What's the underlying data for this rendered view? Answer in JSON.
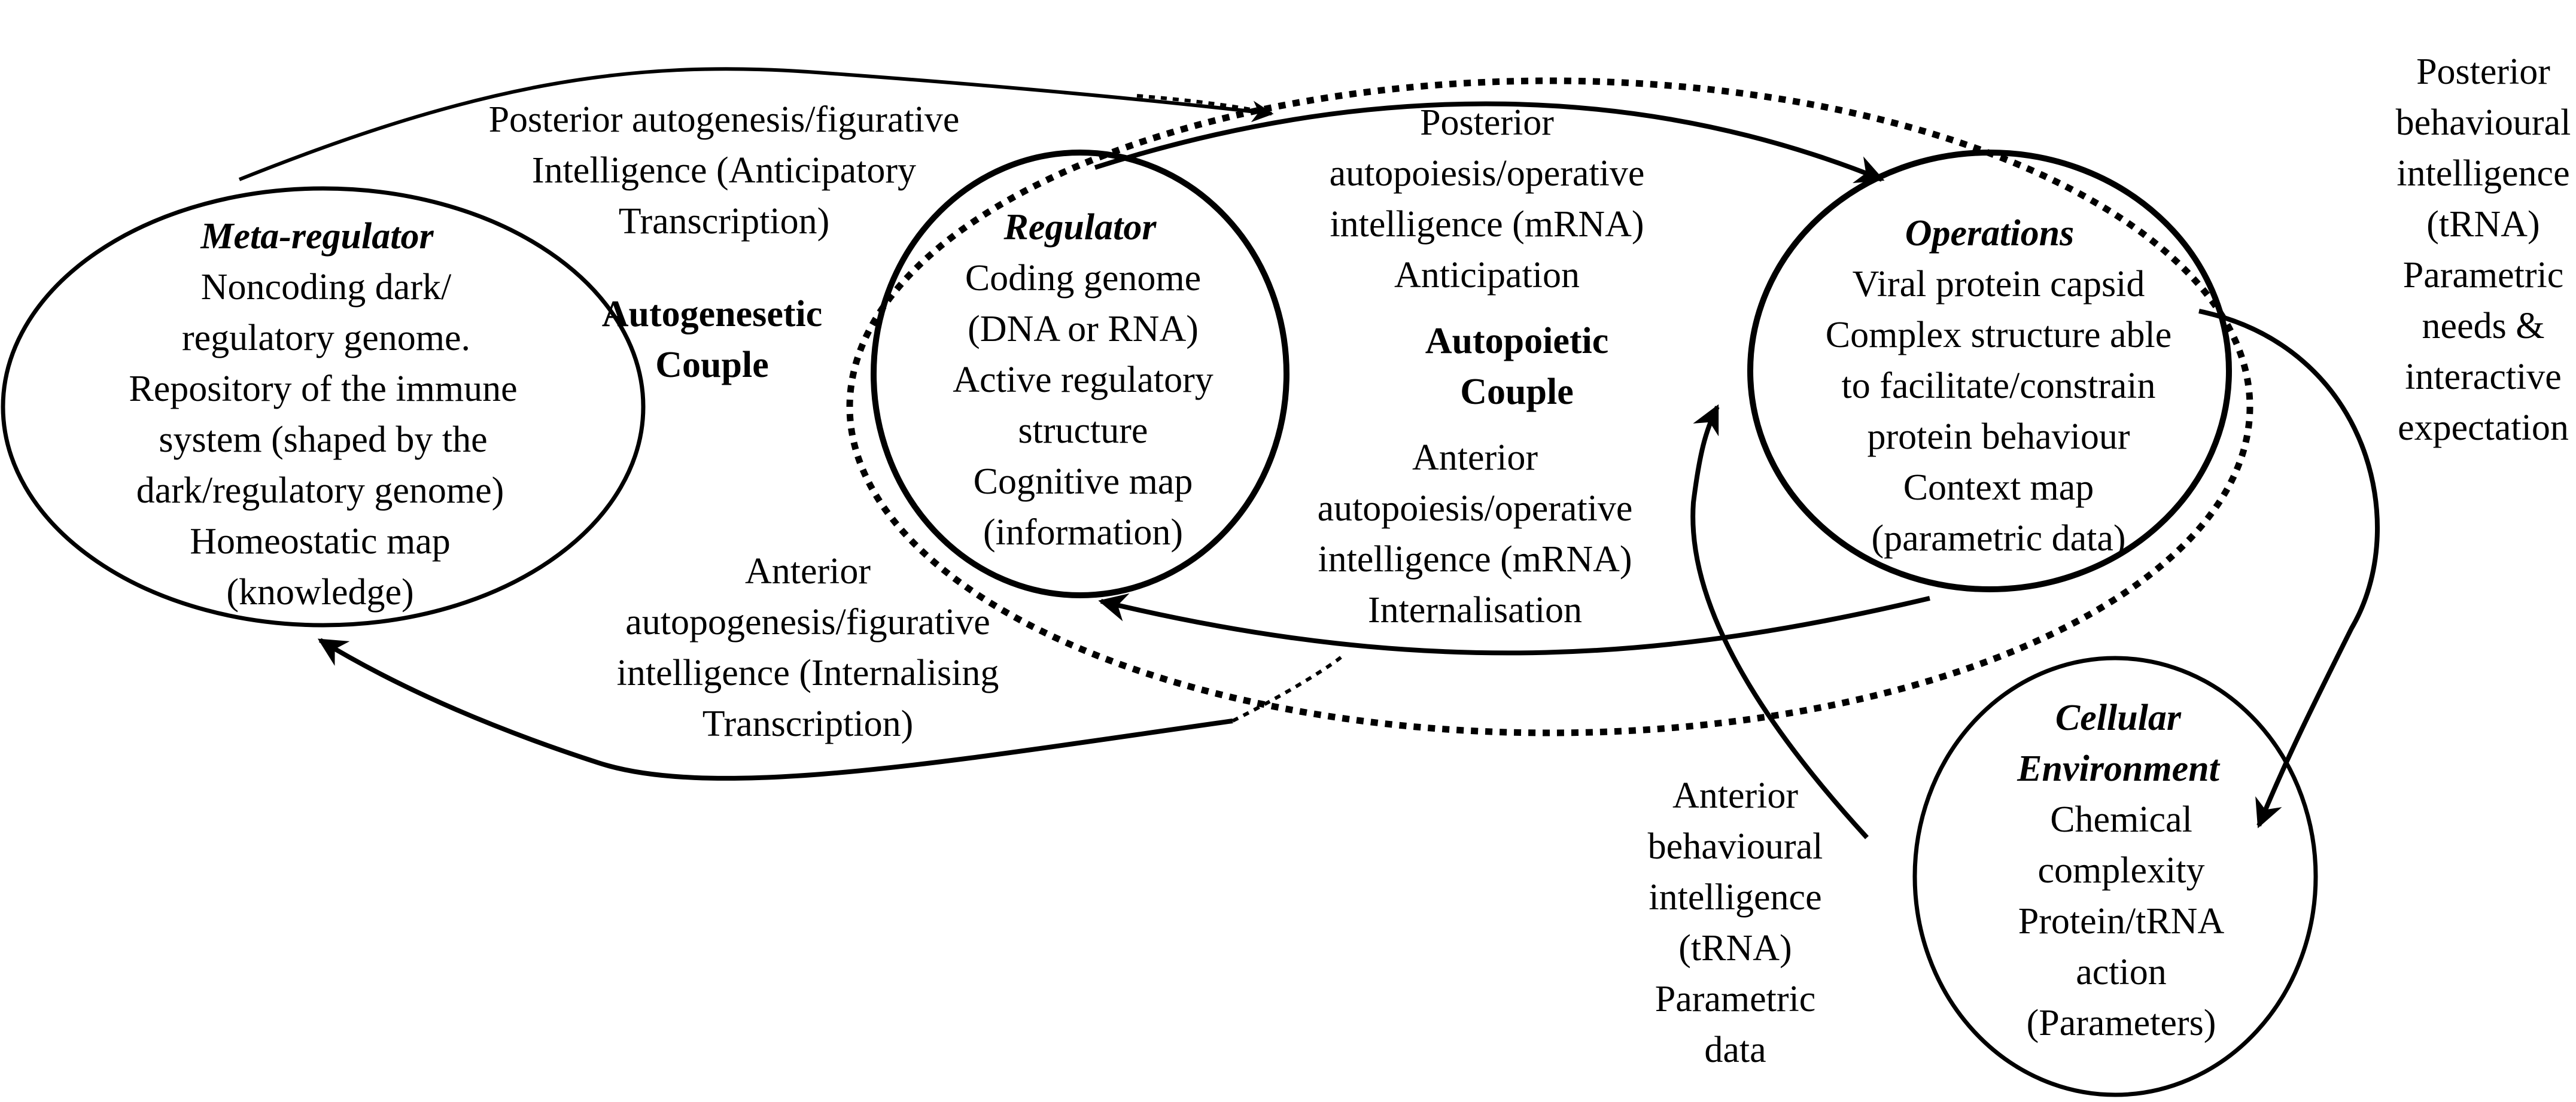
{
  "nodes": {
    "meta_regulator": {
      "title": "Meta-regulator",
      "lines": [
        "Noncoding dark/",
        "regulatory genome.",
        "Repository of the immune",
        "system (shaped by the",
        "dark/regulatory genome)",
        "Homeostatic map",
        "(knowledge)"
      ]
    },
    "regulator": {
      "title": "Regulator",
      "lines": [
        "Coding genome",
        "(DNA or RNA)",
        "Active regulatory",
        "structure",
        "Cognitive map",
        "(information)"
      ]
    },
    "operations": {
      "title": "Operations",
      "lines": [
        "Viral protein capsid",
        "Complex structure able",
        "to facilitate/constrain",
        "protein behaviour",
        "Context map",
        "(parametric data)"
      ]
    },
    "cellular_environment": {
      "title_lines": [
        "Cellular",
        "Environment"
      ],
      "lines": [
        "Chemical",
        "complexity",
        "Protein/tRNA",
        "action",
        "(Parameters)"
      ]
    }
  },
  "couples": {
    "autogenesetic": [
      "Autogenesetic",
      "Couple"
    ],
    "autopoietic": [
      "Autopoietic",
      "Couple"
    ]
  },
  "edges": {
    "posterior_autogenesis": [
      "Posterior autogenesis/figurative",
      "Intelligence (Anticipatory",
      "Transcription)"
    ],
    "posterior_autopoiesis": [
      "Posterior",
      "autopoiesis/operative",
      "intelligence (mRNA)",
      "Anticipation"
    ],
    "anterior_autopoiesis": [
      "Anterior",
      "autopoiesis/operative",
      "intelligence (mRNA)",
      "Internalisation"
    ],
    "anterior_autopogenesis": [
      "Anterior",
      "autopogenesis/figurative",
      "intelligence (Internalising",
      "Transcription)"
    ],
    "posterior_behavioural": [
      "Posterior",
      "behavioural",
      "intelligence",
      "(tRNA)",
      "Parametric",
      "needs &",
      "interactive",
      "expectation"
    ],
    "anterior_behavioural": [
      "Anterior",
      "behavioural",
      "intelligence",
      "(tRNA)",
      "Parametric",
      "data"
    ]
  }
}
